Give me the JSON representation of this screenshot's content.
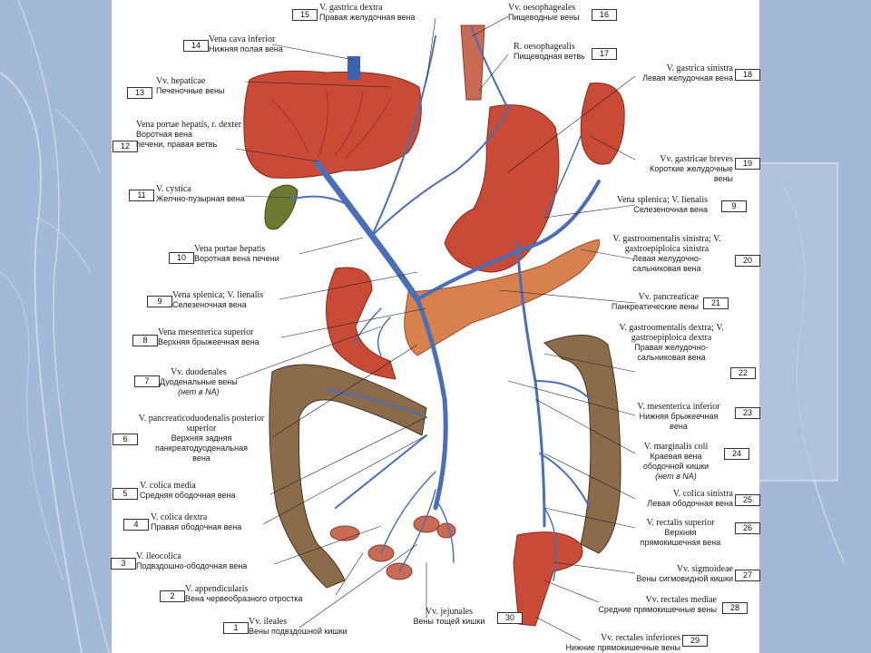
{
  "labels": {
    "l1": {
      "num": "1",
      "lat": "Vv. ileales",
      "ru": [
        "Вены подвздошной кишки"
      ]
    },
    "l2": {
      "num": "2",
      "lat": "V. appendicularis",
      "ru": [
        "Вена червеобразного отростка"
      ]
    },
    "l3": {
      "num": "3",
      "lat": "V. ileocolica",
      "ru": [
        "Подвздошно-ободочная вена"
      ]
    },
    "l4": {
      "num": "4",
      "lat": "V. colica dextra",
      "ru": [
        "Правая ободочная вена"
      ]
    },
    "l5": {
      "num": "5",
      "lat": "V. colica media",
      "ru": [
        "Средняя ободочная вена"
      ]
    },
    "l6": {
      "num": "6",
      "lat": "V. pancreaticoduodenalis posterior superior",
      "ru": [
        "Верхняя задняя",
        "панкреатодуоденальная",
        "вена"
      ]
    },
    "l7": {
      "num": "7",
      "lat": "Vv. duodenales",
      "ru": [
        "Дуоденальные вены",
        "(нет в NA)"
      ]
    },
    "l8": {
      "num": "8",
      "lat": "Vena mesenterica superior",
      "ru": [
        "Верхняя брыжеечная вена"
      ]
    },
    "l9": {
      "num": "9",
      "lat": "Vena splenica; V. lienalis",
      "ru": [
        "Селезеночная вена"
      ]
    },
    "l10": {
      "num": "10",
      "lat": "Vena portae hepatis",
      "ru": [
        "Воротная вена печени"
      ]
    },
    "l11": {
      "num": "11",
      "lat": "V. cystica",
      "ru": [
        "Желчно-пузырная вена"
      ]
    },
    "l12": {
      "num": "12",
      "lat": "Vena portae hepatis, r. dexter",
      "ru": [
        "Воротная вена",
        "печени, правая ветвь"
      ]
    },
    "l13": {
      "num": "13",
      "lat": "Vv. hepaticae",
      "ru": [
        "Печеночные вены"
      ]
    },
    "l14": {
      "num": "14",
      "lat": "Vena cava inferior",
      "ru": [
        "Нижняя полая вена"
      ]
    },
    "l15": {
      "num": "15",
      "lat": "V. gastrica dextra",
      "ru": [
        "Правая желудочная вена"
      ]
    },
    "l16": {
      "num": "16",
      "lat": "Vv. oesophageales",
      "ru": [
        "Пищеводные вены"
      ]
    },
    "l17": {
      "num": "17",
      "lat": "R. oesophagealis",
      "ru": [
        "Пищеводная ветвь"
      ]
    },
    "l18": {
      "num": "18",
      "lat": "V. gastrica sinistra",
      "ru": [
        "Левая желудочная вена"
      ]
    },
    "l19": {
      "num": "19",
      "lat": "Vv. gastricae breves",
      "ru": [
        "Короткие желудочные",
        "вены"
      ]
    },
    "l9b": {
      "num": "9",
      "lat": "Vena splenica; V. lienalis",
      "ru": [
        "Селезеночная вена"
      ]
    },
    "l20": {
      "num": "20",
      "lat": "V. gastroomentalis sinistra; V. gastroepiploica sinistra",
      "ru": [
        "Левая желудочно-",
        "сальниковая вена"
      ]
    },
    "l21": {
      "num": "21",
      "lat": "Vv. pancreaticae",
      "ru": [
        "Панкреатические вены"
      ]
    },
    "l22": {
      "num": "22",
      "lat": "V. gastroomentalis dextra; V. gastroepiploica dextra",
      "ru": [
        "Правая желудочно-",
        "сальниковая вена"
      ]
    },
    "l23": {
      "num": "23",
      "lat": "V. mesenterica inferior",
      "ru": [
        "Нижняя брыжеечная",
        "вена"
      ]
    },
    "l24": {
      "num": "24",
      "lat": "V. marginalis coli",
      "ru": [
        "Краевая вена",
        "ободочной кишки",
        "(нет в NA)"
      ]
    },
    "l25": {
      "num": "25",
      "lat": "V. colica sinistra",
      "ru": [
        "Левая ободочная вена"
      ]
    },
    "l26": {
      "num": "26",
      "lat": "V. rectalis superior",
      "ru": [
        "Верхняя",
        "прямокишечная вена"
      ]
    },
    "l27": {
      "num": "27",
      "lat": "Vv. sigmoideae",
      "ru": [
        "Вены сигмовидной кишки"
      ]
    },
    "l28": {
      "num": "28",
      "lat": "Vv. rectales mediae",
      "ru": [
        "Средние прямокишечные вены"
      ]
    },
    "l29": {
      "num": "29",
      "lat": "Vv. rectales inferiores",
      "ru": [
        "Нижние прямокишечные вены"
      ]
    },
    "l30": {
      "num": "30",
      "lat": "Vv. jejunales",
      "ru": [
        "Вены тощей кишки"
      ]
    }
  },
  "colors": {
    "page_bg": "#9fb6d3",
    "sheet": "#ffffff",
    "vein": "#4a6fb8",
    "organ": "#c94a35",
    "colon": "#8a6b4a",
    "pancreas": "#d9804f",
    "gallbladder": "#6b7a30"
  }
}
